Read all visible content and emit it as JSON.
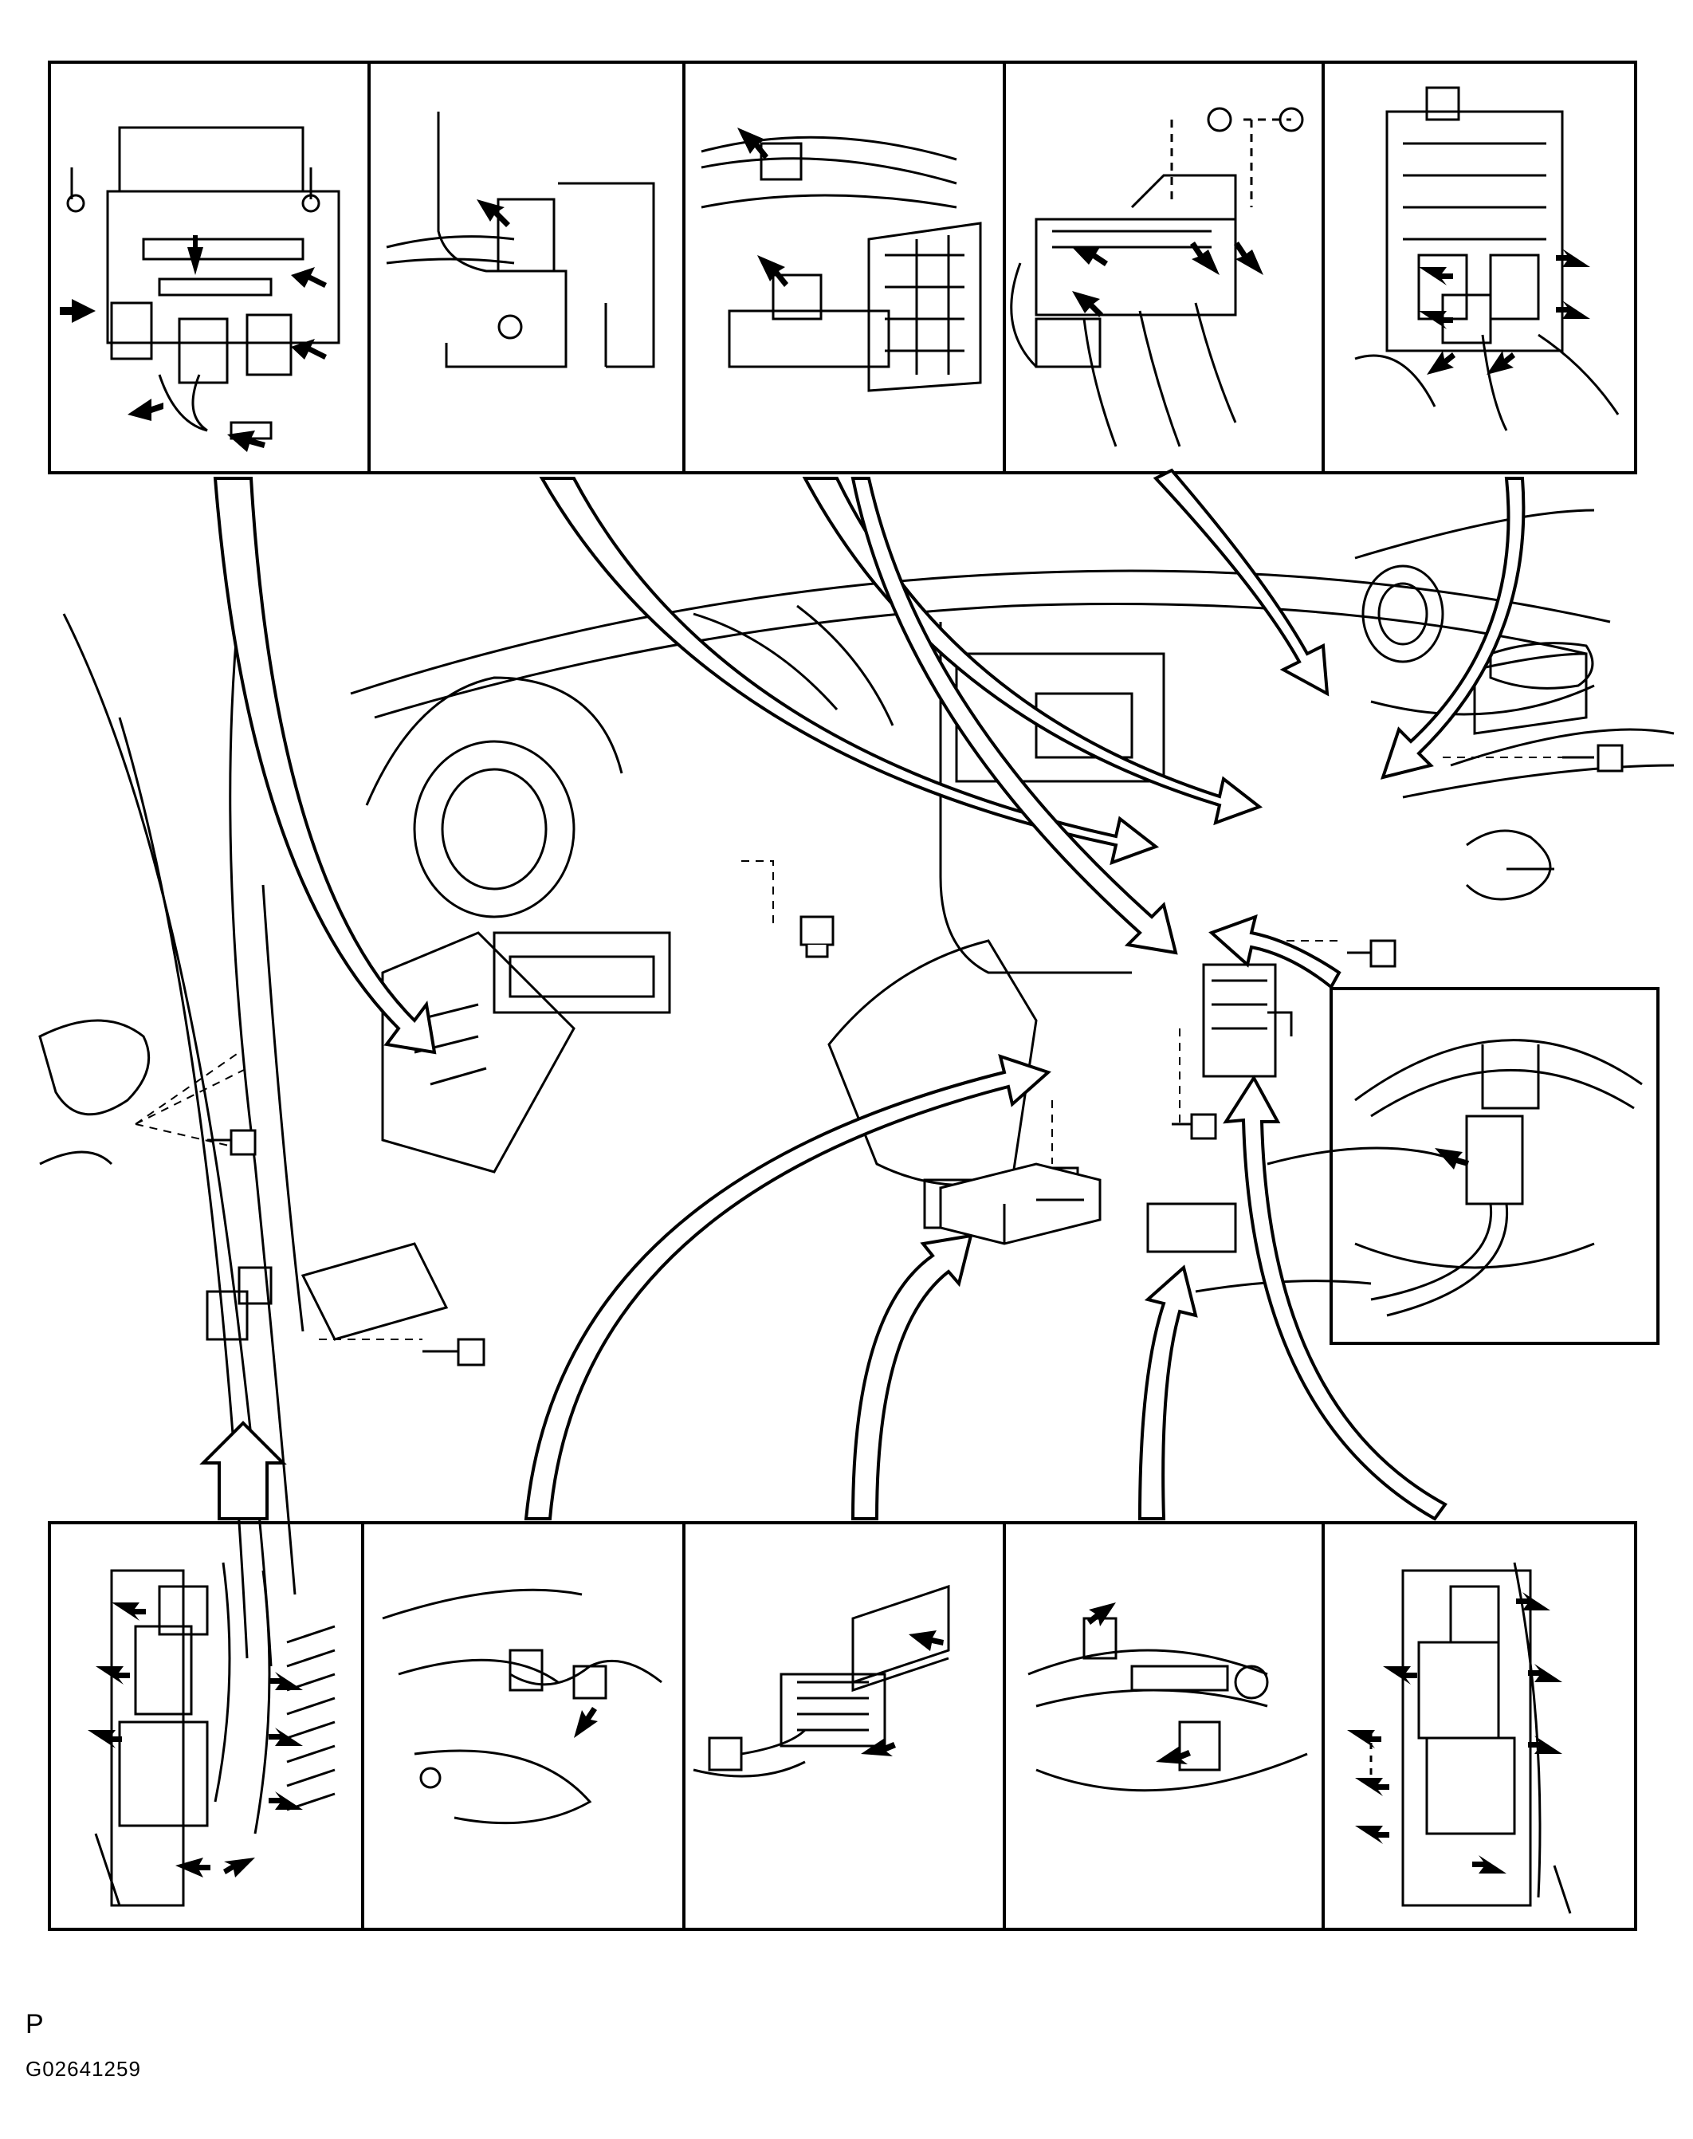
{
  "page_label": "P",
  "figure_code": "G02641259",
  "colors": {
    "line": "#000000",
    "background": "#ffffff"
  },
  "inset_panels": {
    "top_row_count": 5,
    "bottom_row_count": 5,
    "right_side_count": 1
  },
  "icon_names": [
    "connector-icon",
    "bolt-icon",
    "arrow-icon",
    "callout-arrow-icon"
  ]
}
